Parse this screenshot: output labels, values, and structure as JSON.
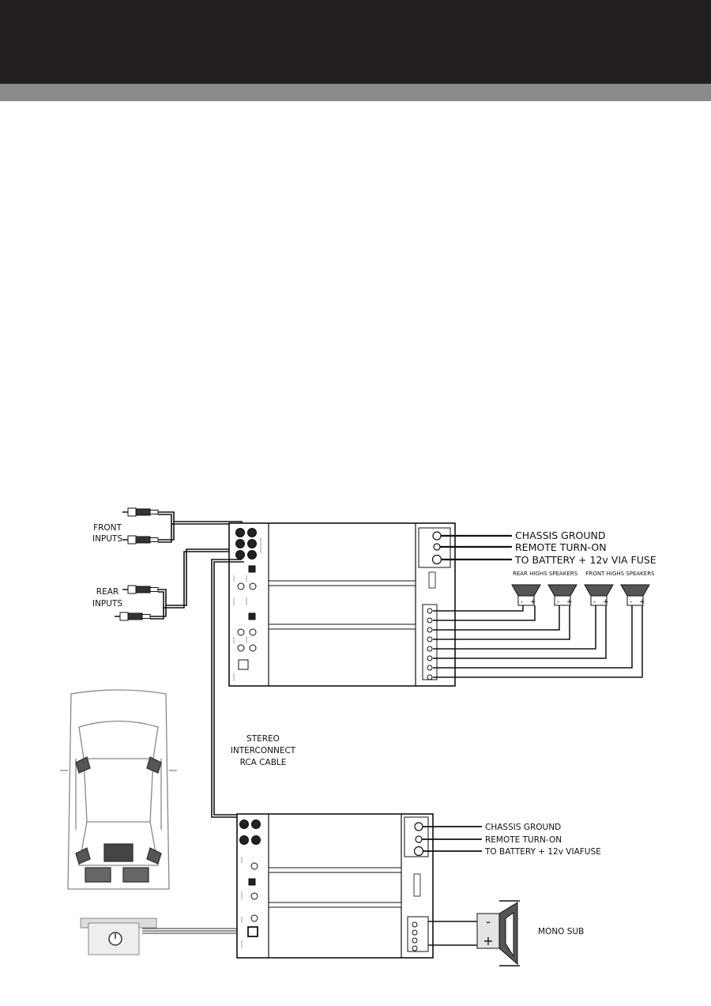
{
  "inputs": {
    "front": [
      "FRONT",
      "INPUTS"
    ],
    "rear": [
      "REAR",
      "INPUTS"
    ]
  },
  "cable": [
    "STEREO",
    "INTERCONNECT",
    "RCA CABLE"
  ],
  "amp1": {
    "power": [
      "CHASSIS GROUND",
      "REMOTE TURN-ON",
      "TO BATTERY + 12v VIA FUSE"
    ],
    "speaker_groups": [
      "REAR HIGHS SPEAKERS",
      "FRONT HIGHS SPEAKERS"
    ]
  },
  "amp2": {
    "power": [
      "CHASSIS GROUND",
      "REMOTE TURN-ON",
      "TO BATTERY + 12v VIAFUSE"
    ],
    "sub_label": "MONO SUB"
  },
  "polarity": {
    "minus": "-",
    "plus": "+"
  },
  "icons": [
    "rca-plug-icon",
    "speaker-icon",
    "subwoofer-icon",
    "car-topview-icon",
    "bass-remote-icon"
  ]
}
